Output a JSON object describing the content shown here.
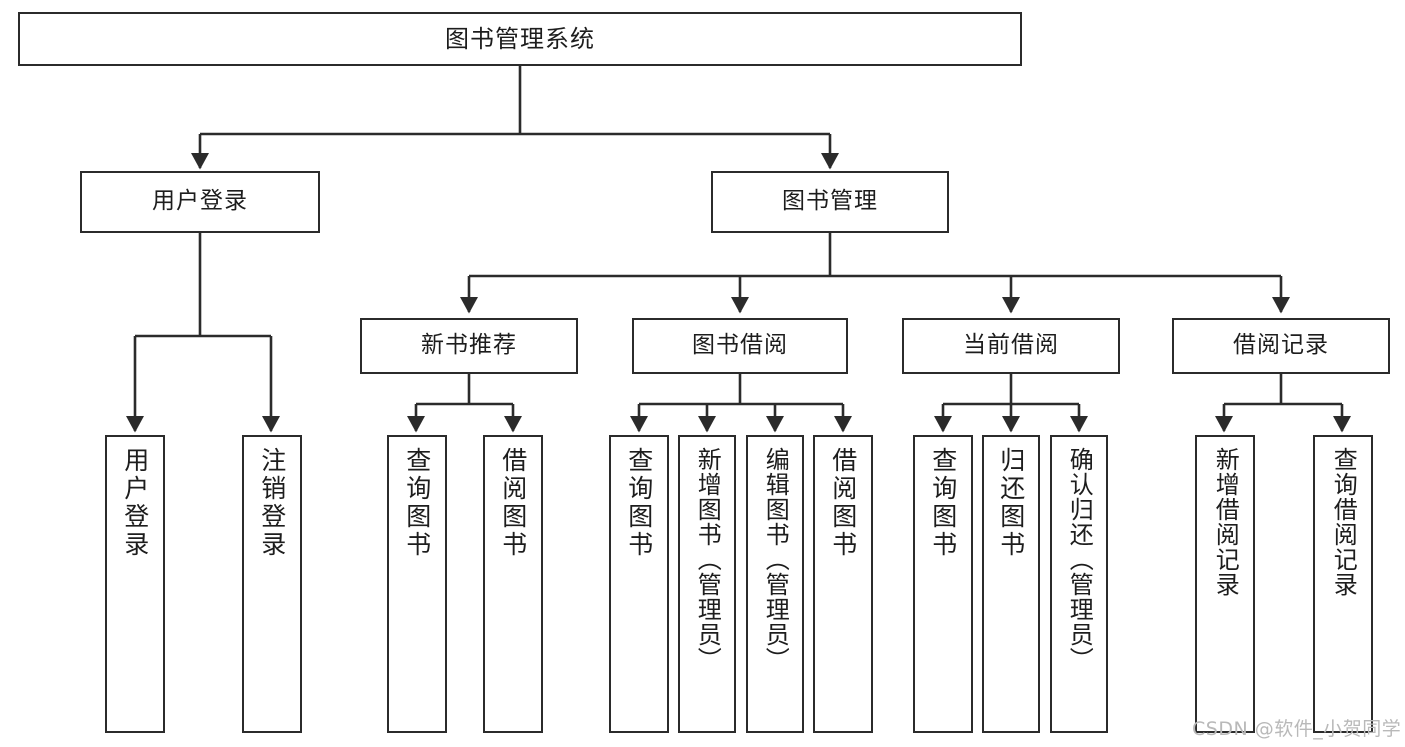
{
  "diagram": {
    "title": "图书管理系统",
    "type": "tree-hierarchy-chart",
    "root": {
      "label": "图书管理系统"
    },
    "level2": [
      {
        "label": "用户登录"
      },
      {
        "label": "图书管理"
      }
    ],
    "level3": [
      {
        "label": "新书推荐"
      },
      {
        "label": "图书借阅"
      },
      {
        "label": "当前借阅"
      },
      {
        "label": "借阅记录"
      }
    ],
    "leaves": {
      "user_login": [
        {
          "label": "用户登录"
        },
        {
          "label": "注销登录"
        }
      ],
      "new_book_recommend": [
        {
          "label": "查询图书"
        },
        {
          "label": "借阅图书"
        }
      ],
      "book_borrow": [
        {
          "label": "查询图书"
        },
        {
          "label": "新增图书（管理员）"
        },
        {
          "label": "编辑图书（管理员）"
        },
        {
          "label": "借阅图书"
        }
      ],
      "current_borrow": [
        {
          "label": "查询图书"
        },
        {
          "label": "归还图书"
        },
        {
          "label": "确认归还（管理员）"
        }
      ],
      "borrow_record": [
        {
          "label": "新增借阅记录"
        },
        {
          "label": "查询借阅记录"
        }
      ]
    }
  },
  "watermark": {
    "text": "CSDN @软件_小贺同学"
  },
  "colors": {
    "stroke": "#2b2b2b",
    "node_fill": "#ffffff",
    "text": "#1d1d1d",
    "watermark": "#b9b9b9",
    "background": "#ffffff"
  }
}
